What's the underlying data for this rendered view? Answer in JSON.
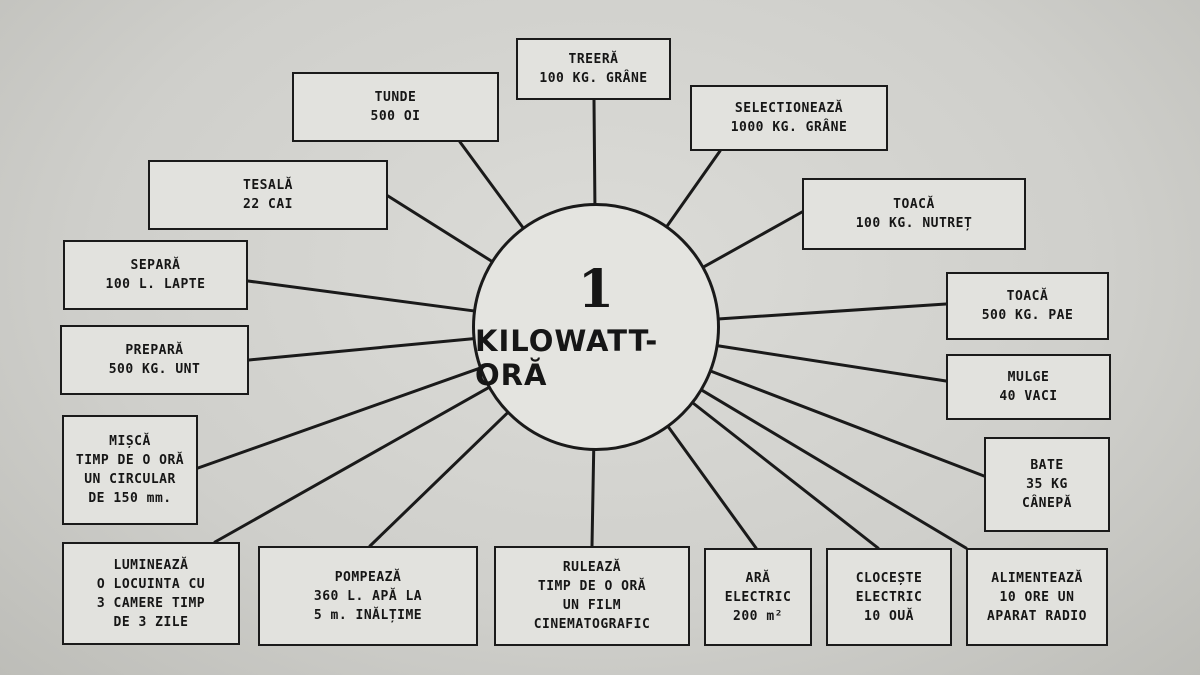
{
  "center": {
    "number": "1",
    "unit": "KILOWATT-ORĂ"
  },
  "items": [
    {
      "id": "tunde",
      "lines": [
        "TUNDE",
        "500 OI"
      ]
    },
    {
      "id": "treera",
      "lines": [
        "TREERĂ",
        "100 KG. GRÂNE"
      ]
    },
    {
      "id": "selectioneaza",
      "lines": [
        "SELECTIONEAZĂ",
        "1000 KG. GRÂNE"
      ]
    },
    {
      "id": "tesala",
      "lines": [
        "TESALĂ",
        "22 CAI"
      ]
    },
    {
      "id": "toaca-nutret",
      "lines": [
        "TOACĂ",
        "100 KG. NUTREȚ"
      ]
    },
    {
      "id": "separa",
      "lines": [
        "SEPARĂ",
        "100 L. LAPTE"
      ]
    },
    {
      "id": "toaca-pae",
      "lines": [
        "TOACĂ",
        "500 KG. PAE"
      ]
    },
    {
      "id": "prepara",
      "lines": [
        "PREPARĂ",
        "500 KG. UNT"
      ]
    },
    {
      "id": "mulge",
      "lines": [
        "MULGE",
        "40 VACI"
      ]
    },
    {
      "id": "misca",
      "lines": [
        "MIȘCĂ",
        "TIMP DE O ORĂ",
        "UN CIRCULAR",
        "DE 150 mm."
      ]
    },
    {
      "id": "bate",
      "lines": [
        "BATE",
        "35 KG",
        "CÂNEPĂ"
      ]
    },
    {
      "id": "lumineaza",
      "lines": [
        "LUMINEAZĂ",
        "O LOCUINTA CU",
        "3 CAMERE TIMP",
        "DE 3 ZILE"
      ]
    },
    {
      "id": "pompeaza",
      "lines": [
        "POMPEAZĂ",
        "360 L. APĂ LA",
        "5 m. INĂLȚIME"
      ]
    },
    {
      "id": "ruleaza",
      "lines": [
        "RULEAZĂ",
        "TIMP DE O ORĂ",
        "UN FILM",
        "CINEMATOGRAFIC"
      ]
    },
    {
      "id": "ara",
      "lines": [
        "ARĂ",
        "ELECTRIC",
        "200 m²"
      ]
    },
    {
      "id": "clocește",
      "lines": [
        "CLOCEȘTE",
        "ELECTRIC",
        "10 OUĂ"
      ]
    },
    {
      "id": "alimenteaza",
      "lines": [
        "ALIMENTEAZĂ",
        "10 ORE UN",
        "APARAT RADIO"
      ]
    }
  ]
}
